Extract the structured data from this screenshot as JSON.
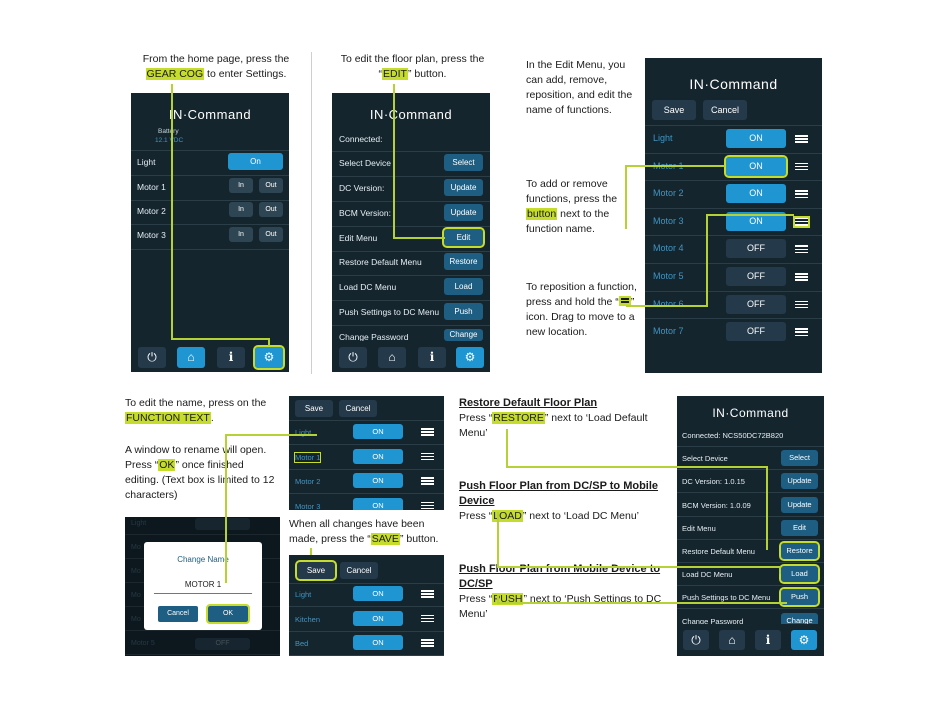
{
  "brand": "IN·Command",
  "icons": {
    "power": "power-icon",
    "home": "home-icon",
    "info": "info-icon",
    "gear": "gear-icon",
    "menu": "hamburger-icon"
  },
  "colors": {
    "highlight": "#c6dc2a",
    "accent": "#1f96d1",
    "panel": "#14252e"
  },
  "notes": {
    "n1_pre": "From the home page, press the",
    "n1_hl": "GEAR COG",
    "n1_post": " to enter Settings.",
    "n2_pre": "To edit the floor plan, press the",
    "n2_q1": "“",
    "n2_hl": "EDIT",
    "n2_q2": "” button.",
    "n3": "In the Edit Menu, you can add, remove, reposition, and edit the name of functions.",
    "n4_pre": "To add or remove functions, press the ",
    "n4_hl": "button",
    "n4_post": " next to the function name.",
    "n5_pre": "To reposition a function, press and hold the “",
    "n5_post": "” icon.  Drag to move to a new location.",
    "n6_pre": "To edit the name, press on the",
    "n6_hl": "FUNCTION TEXT",
    "n6_post": ".",
    "n7_pre": "A window to rename will open.  Press “",
    "n7_hl": "OK",
    "n7_post": "” once finished editing.  (Text box is limited to 12 characters)",
    "n8_pre": "When all changes have been made, press the “",
    "n8_hl": "SAVE",
    "n8_post": "” button.",
    "h1": "Restore Default Floor Plan",
    "n9_pre": "Press “",
    "n9_hl": "RESTORE",
    "n9_post": "” next to ‘Load Default Menu’",
    "h2": "Push Floor Plan from DC/SP to Mobile Device",
    "n10_pre": "Press “",
    "n10_hl": "LOAD",
    "n10_post": "” next to ‘Load DC Menu’",
    "h3": "Push Floor Plan from Mobile Device to DC/SP",
    "n11_pre": "Press “",
    "n11_hl": "PUSH",
    "n11_post": "” next to ‘Push Settings to DC Menu’"
  },
  "screen1": {
    "battery_label": "Battery",
    "battery_value": "12.1 VDC",
    "rows": [
      {
        "label": "Light",
        "b1": "On"
      },
      {
        "label": "Motor 1",
        "b1": "In",
        "b2": "Out"
      },
      {
        "label": "Motor 2",
        "b1": "In",
        "b2": "Out"
      },
      {
        "label": "Motor 3",
        "b1": "In",
        "b2": "Out"
      }
    ]
  },
  "screen2": {
    "rows": [
      {
        "label": "Connected:",
        "btn": ""
      },
      {
        "label": "Select Device",
        "btn": "Select"
      },
      {
        "label": "DC Version:",
        "btn": "Update"
      },
      {
        "label": "BCM Version:",
        "btn": "Update"
      },
      {
        "label": "Edit Menu",
        "btn": "Edit"
      },
      {
        "label": "Restore Default Menu",
        "btn": "Restore"
      },
      {
        "label": "Load DC Menu",
        "btn": "Load"
      },
      {
        "label": "Push Settings to DC Menu",
        "btn": "Push"
      },
      {
        "label": "Change Password",
        "btn": "Change"
      }
    ]
  },
  "screen3": {
    "save": "Save",
    "cancel": "Cancel",
    "rows": [
      {
        "label": "Light",
        "state": "ON"
      },
      {
        "label": "Motor 1",
        "state": "ON"
      },
      {
        "label": "Motor 2",
        "state": "ON"
      },
      {
        "label": "Motor 3",
        "state": "ON"
      },
      {
        "label": "Motor 4",
        "state": "OFF"
      },
      {
        "label": "Motor 5",
        "state": "OFF"
      },
      {
        "label": "Motor 6",
        "state": "OFF"
      },
      {
        "label": "Motor 7",
        "state": "OFF"
      }
    ]
  },
  "screen4": {
    "save": "Save",
    "cancel": "Cancel",
    "rows": [
      {
        "label": "Light",
        "state": "ON"
      },
      {
        "label": "Motor 1",
        "state": "ON"
      },
      {
        "label": "Motor 2",
        "state": "ON"
      },
      {
        "label": "Motor 3",
        "state": "ON"
      }
    ]
  },
  "screen5": {
    "bg_rows": [
      "Light",
      "Mo",
      "Mo",
      "Mo",
      "Mo",
      "Motor 5"
    ],
    "bg_last_state": "OFF",
    "dialog_title": "Change Name",
    "dialog_value": "MOTOR 1",
    "cancel": "Cancel",
    "ok": "OK"
  },
  "screen6": {
    "save": "Save",
    "cancel": "Cancel",
    "rows": [
      {
        "label": "Light",
        "state": "ON"
      },
      {
        "label": "Kitchen",
        "state": "ON"
      },
      {
        "label": "Bed",
        "state": "ON"
      }
    ]
  },
  "screen7": {
    "rows": [
      {
        "label": "Connected: NCS50DC72B820",
        "btn": ""
      },
      {
        "label": "Select Device",
        "btn": "Select"
      },
      {
        "label": "DC Version: 1.0.15",
        "btn": "Update"
      },
      {
        "label": "BCM Version: 1.0.09",
        "btn": "Update"
      },
      {
        "label": "Edit Menu",
        "btn": "Edit"
      },
      {
        "label": "Restore Default Menu",
        "btn": "Restore"
      },
      {
        "label": "Load DC Menu",
        "btn": "Load"
      },
      {
        "label": "Push Settings to DC Menu",
        "btn": "Push"
      },
      {
        "label": "Change Password",
        "btn": "Change"
      }
    ]
  }
}
